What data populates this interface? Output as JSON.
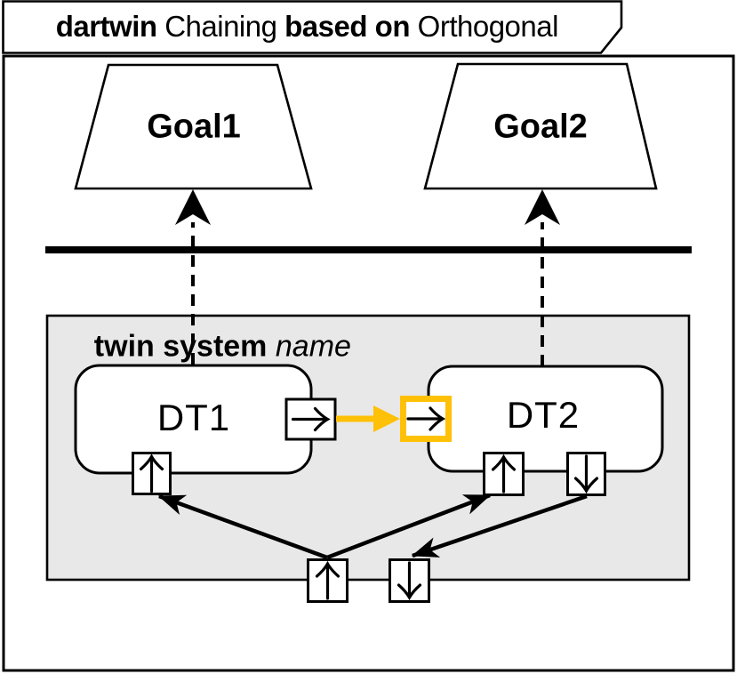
{
  "title": {
    "segments": [
      {
        "text": "dartwin",
        "bold": true
      },
      {
        "text": " Chaining ",
        "bold": false
      },
      {
        "text": "based on",
        "bold": true
      },
      {
        "text": " Orthogonal",
        "bold": false
      }
    ]
  },
  "goals": [
    {
      "label": "Goal1"
    },
    {
      "label": "Goal2"
    }
  ],
  "twin_system": {
    "keyword": "twin system",
    "name": "name"
  },
  "components": [
    {
      "label": "DT1"
    },
    {
      "label": "DT2"
    }
  ],
  "icons": {
    "ports": [
      {
        "name": "dt1-output-port-icon",
        "glyph": "arrow-right"
      },
      {
        "name": "dt2-input-port-icon-highlighted",
        "glyph": "arrow-right"
      },
      {
        "name": "dt1-bottom-input-port-icon",
        "glyph": "arrow-up"
      },
      {
        "name": "dt2-bottom-input-port-icon",
        "glyph": "arrow-up"
      },
      {
        "name": "dt2-bottom-output-port-icon",
        "glyph": "arrow-down"
      },
      {
        "name": "system-boundary-input-port-icon",
        "glyph": "arrow-up"
      },
      {
        "name": "system-boundary-output-port-icon",
        "glyph": "arrow-down"
      }
    ]
  },
  "colors": {
    "highlight_orange": "#FFC107",
    "container_gray": "#E8E8E8",
    "stroke_black": "#000000",
    "background": "#FFFFFF"
  }
}
